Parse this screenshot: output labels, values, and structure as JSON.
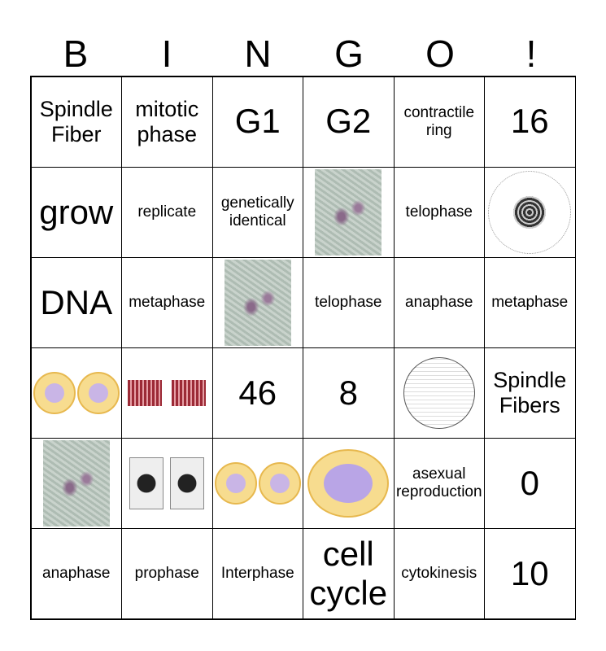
{
  "header": [
    "B",
    "I",
    "N",
    "G",
    "O",
    "!"
  ],
  "cells": [
    {
      "text": "Spindle Fiber"
    },
    {
      "text": "mitotic phase"
    },
    {
      "text": "G1"
    },
    {
      "text": "G2"
    },
    {
      "text": "contractile ring"
    },
    {
      "text": "16"
    },
    {
      "text": "grow"
    },
    {
      "text": "replicate"
    },
    {
      "text": "genetically identical"
    },
    {
      "image": "micrograph-telophase-icon"
    },
    {
      "text": "telophase"
    },
    {
      "image": "nucleus-interphase-icon"
    },
    {
      "text": "DNA"
    },
    {
      "text": "metaphase"
    },
    {
      "image": "micrograph-metaphase-icon"
    },
    {
      "text": "telophase"
    },
    {
      "text": "anaphase"
    },
    {
      "text": "metaphase"
    },
    {
      "image": "cells-dividing-diagram-icon"
    },
    {
      "image": "chromosomes-separating-icon"
    },
    {
      "text": "46"
    },
    {
      "text": "8"
    },
    {
      "image": "spindle-apparatus-icon"
    },
    {
      "text": "Spindle Fibers"
    },
    {
      "image": "micrograph-anaphase-icon"
    },
    {
      "image": "two-cells-sketch-icon"
    },
    {
      "image": "two-daughter-cells-icon"
    },
    {
      "image": "prophase-cell-diagram-icon"
    },
    {
      "text": "asexual reproduction"
    },
    {
      "text": "0"
    },
    {
      "text": "anaphase"
    },
    {
      "text": "prophase"
    },
    {
      "text": "Interphase"
    },
    {
      "text": "cell cycle"
    },
    {
      "text": "cytokinesis"
    },
    {
      "text": "10"
    }
  ]
}
